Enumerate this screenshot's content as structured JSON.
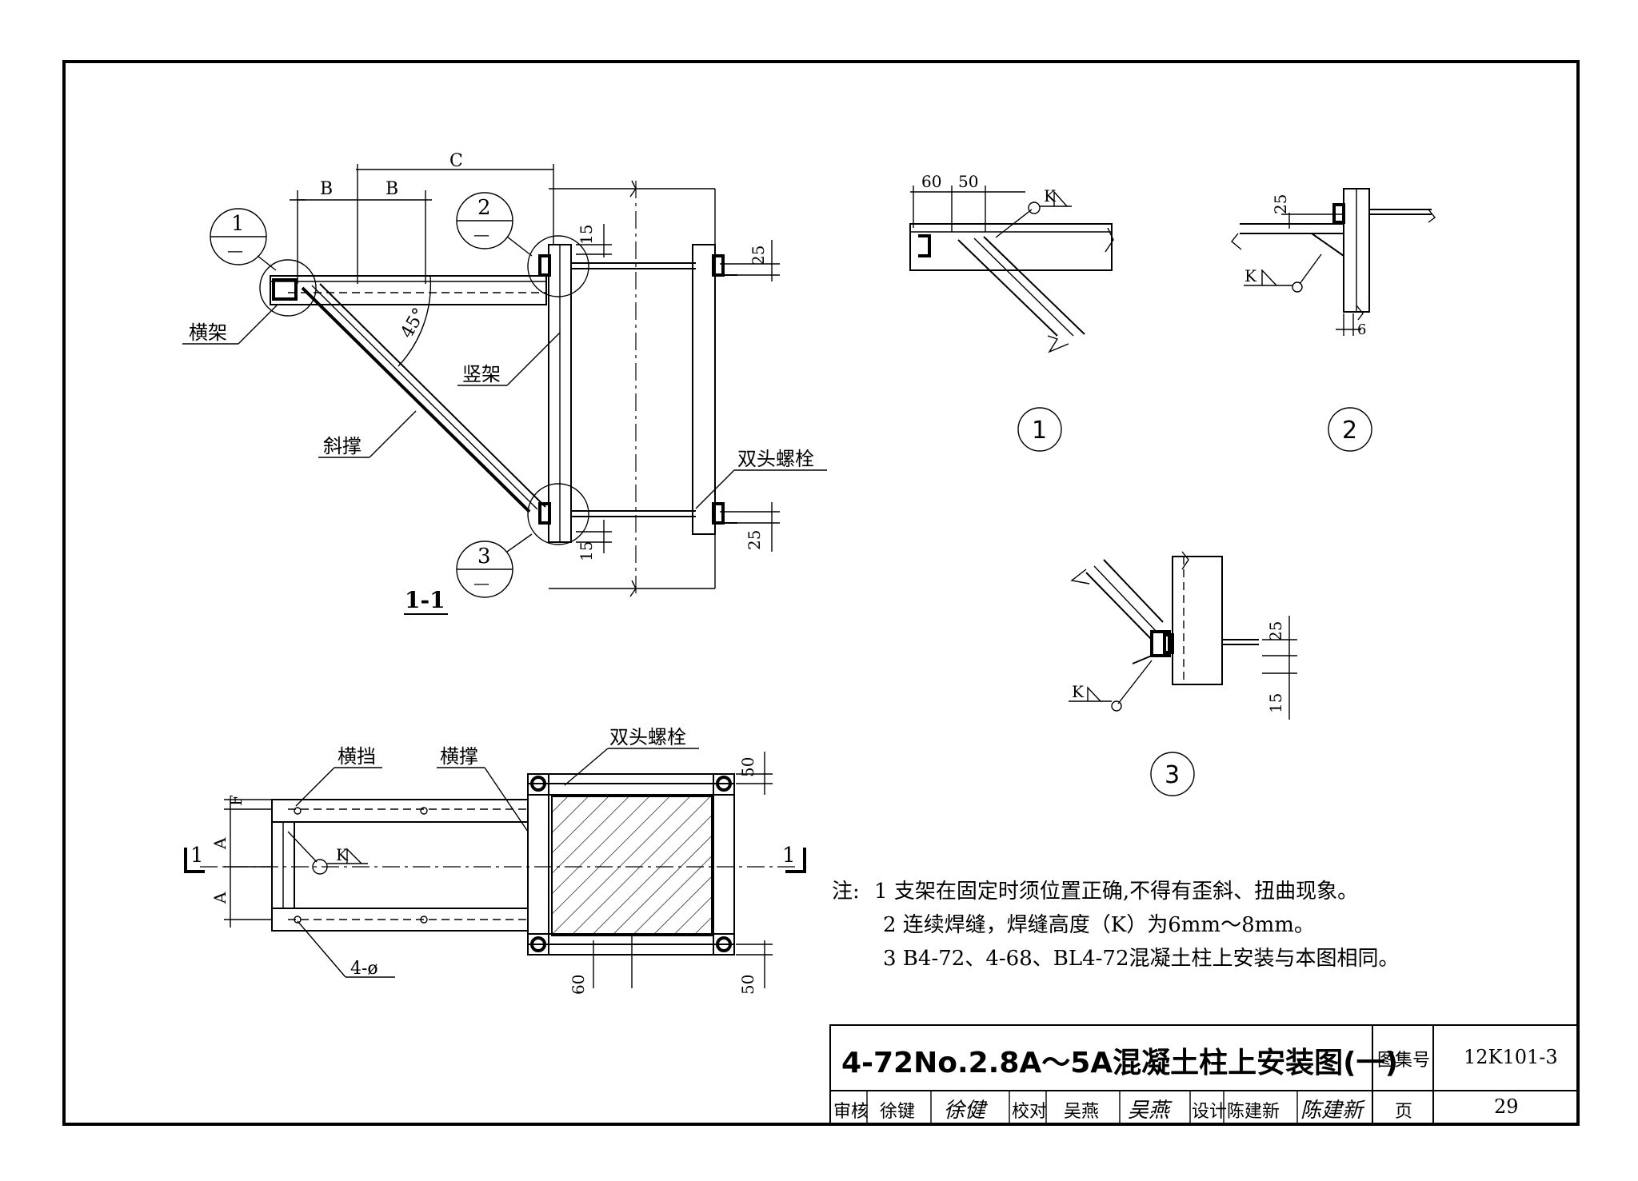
{
  "section_1_1": {
    "dim_c": "C",
    "dim_b1": "B",
    "dim_b2": "B",
    "dim_15_top": "15",
    "dim_25_top": "25",
    "dim_15_bot": "15",
    "dim_25_bot": "25",
    "angle": "45°",
    "label_hengjia": "横架",
    "label_shujia": "竖架",
    "label_xiecheng": "斜撑",
    "label_shuangtou": "双头螺栓",
    "callout_1_num": "1",
    "callout_1_sub": "—",
    "callout_2_num": "2",
    "callout_2_sub": "—",
    "callout_3_num": "3",
    "callout_3_sub": "—",
    "section_title": "1-1"
  },
  "detail_1": {
    "dim_60": "60",
    "dim_50": "50",
    "weld_k": "K",
    "label": "1"
  },
  "detail_2": {
    "dim_25": "25",
    "dim_6": "6",
    "weld_k": "K",
    "label": "2"
  },
  "detail_3": {
    "dim_25": "25",
    "dim_15": "15",
    "weld_k": "K",
    "label": "3"
  },
  "plan": {
    "label_hengdang": "横挡",
    "label_hengcheng": "横撑",
    "label_shuangtou": "双头螺栓",
    "dim_50_top": "50",
    "dim_50_bot": "50",
    "dim_60": "60",
    "dim_f": "F",
    "dim_a1": "A",
    "dim_a2": "A",
    "weld_k": "K",
    "bolt_note": "4-ø",
    "section_mark_left": "1",
    "section_mark_right": "1"
  },
  "notes": {
    "lead": "注:",
    "n1": "1  支架在固定时须位置正确,不得有歪斜、扭曲现象。",
    "n2": "2  连续焊缝，焊缝高度（K）为6mm～8mm。",
    "n3": "3  B4-72、4-68、BL4-72混凝土柱上安装与本图相同。"
  },
  "title_block": {
    "title": "4-72No.2.8A～5A混凝土柱上安装图(一)",
    "atlas_label": "图集号",
    "atlas_value": "12K101-3",
    "review_label": "审核",
    "review_name": "徐键",
    "review_sign": "徐健",
    "check_label": "校对",
    "check_name": "吴燕",
    "check_sign": "吴燕",
    "design_label": "设计",
    "design_name": "陈建新",
    "design_sign": "陈建新",
    "page_label": "页",
    "page_value": "29"
  }
}
